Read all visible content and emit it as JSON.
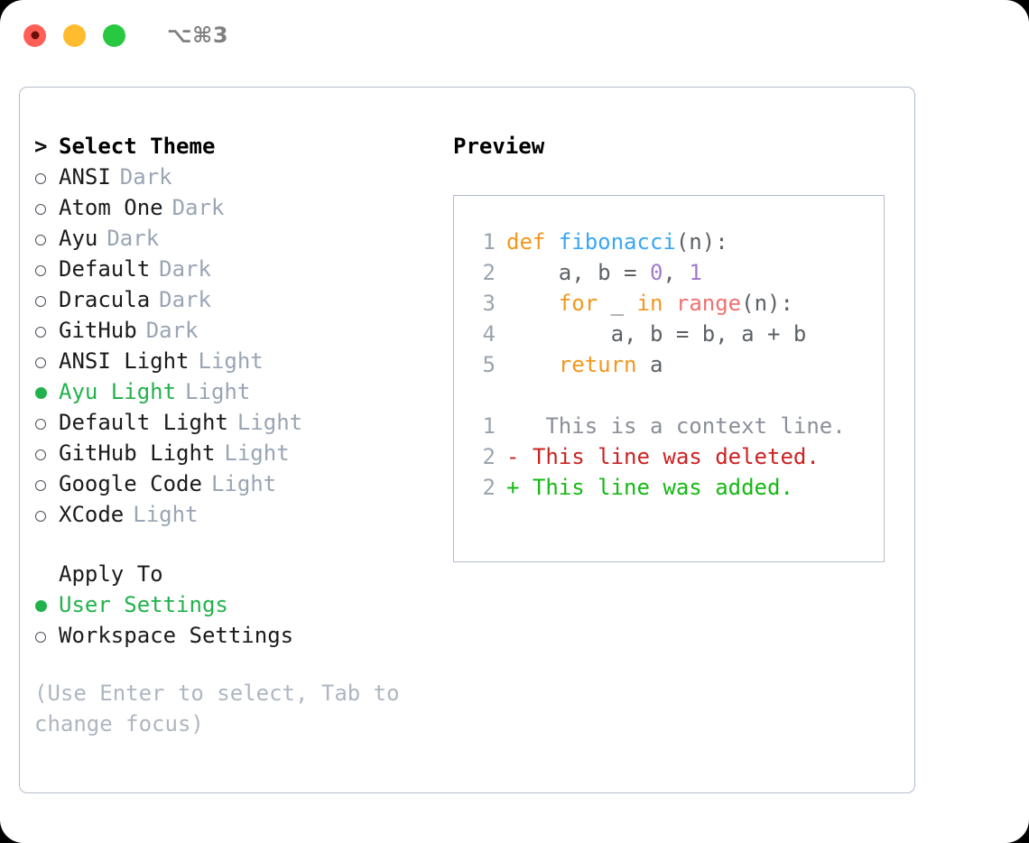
{
  "titlebar": {
    "shortcut": "⌥⌘3",
    "buttons": [
      "close",
      "minimize",
      "maximize"
    ]
  },
  "colors": {
    "selected_green": "#22b24c",
    "muted_tag": "#9aa5b4",
    "hint": "#aeb6c2",
    "border": "#b3bdca",
    "keyword_orange": "#f2971f",
    "function_blue": "#39a7f5",
    "number_purple": "#a37acc",
    "builtin_red": "#f07171",
    "diff_deleted": "#cc2222",
    "diff_added": "#15b915",
    "lineno": "#9aa4b0"
  },
  "theme_panel": {
    "heading": "Select Theme",
    "heading_marker": ">",
    "themes": [
      {
        "name": "ANSI",
        "tag": "Dark",
        "selected": false
      },
      {
        "name": "Atom One",
        "tag": "Dark",
        "selected": false
      },
      {
        "name": "Ayu",
        "tag": "Dark",
        "selected": false
      },
      {
        "name": "Default",
        "tag": "Dark",
        "selected": false
      },
      {
        "name": "Dracula",
        "tag": "Dark",
        "selected": false
      },
      {
        "name": "GitHub",
        "tag": "Dark",
        "selected": false
      },
      {
        "name": "ANSI Light",
        "tag": "Light",
        "selected": false
      },
      {
        "name": "Ayu Light",
        "tag": "Light",
        "selected": true
      },
      {
        "name": "Default Light",
        "tag": "Light",
        "selected": false
      },
      {
        "name": "GitHub Light",
        "tag": "Light",
        "selected": false
      },
      {
        "name": "Google Code",
        "tag": "Light",
        "selected": false
      },
      {
        "name": "XCode",
        "tag": "Light",
        "selected": false
      }
    ]
  },
  "apply_to": {
    "heading": "Apply To",
    "options": [
      {
        "label": "User Settings",
        "selected": true
      },
      {
        "label": "Workspace Settings",
        "selected": false
      }
    ]
  },
  "hint": "(Use Enter to select, Tab to change focus)",
  "preview": {
    "title": "Preview",
    "code": [
      {
        "lineno": "1",
        "tokens": [
          {
            "text": "def ",
            "type": "kw"
          },
          {
            "text": "fibonacci",
            "type": "fn"
          },
          {
            "text": "(n):",
            "type": "plain"
          }
        ]
      },
      {
        "lineno": "2",
        "tokens": [
          {
            "text": "    a, b = ",
            "type": "plain"
          },
          {
            "text": "0",
            "type": "num"
          },
          {
            "text": ", ",
            "type": "plain"
          },
          {
            "text": "1",
            "type": "num"
          }
        ]
      },
      {
        "lineno": "3",
        "tokens": [
          {
            "text": "    ",
            "type": "plain"
          },
          {
            "text": "for",
            "type": "kw"
          },
          {
            "text": " _ ",
            "type": "plain"
          },
          {
            "text": "in",
            "type": "kw"
          },
          {
            "text": " ",
            "type": "plain"
          },
          {
            "text": "range",
            "type": "builtin"
          },
          {
            "text": "(n):",
            "type": "plain"
          }
        ]
      },
      {
        "lineno": "4",
        "tokens": [
          {
            "text": "        a, b = b, a + b",
            "type": "plain"
          }
        ]
      },
      {
        "lineno": "5",
        "tokens": [
          {
            "text": "    ",
            "type": "plain"
          },
          {
            "text": "return",
            "type": "kw"
          },
          {
            "text": " a",
            "type": "plain"
          }
        ]
      }
    ],
    "diff": [
      {
        "lineno": "1",
        "marker": " ",
        "text": "  This is a context line.",
        "type": "ctx"
      },
      {
        "lineno": "2",
        "marker": "-",
        "text": " This line was deleted.",
        "type": "del"
      },
      {
        "lineno": "2",
        "marker": "+",
        "text": " This line was added.",
        "type": "add"
      }
    ]
  }
}
